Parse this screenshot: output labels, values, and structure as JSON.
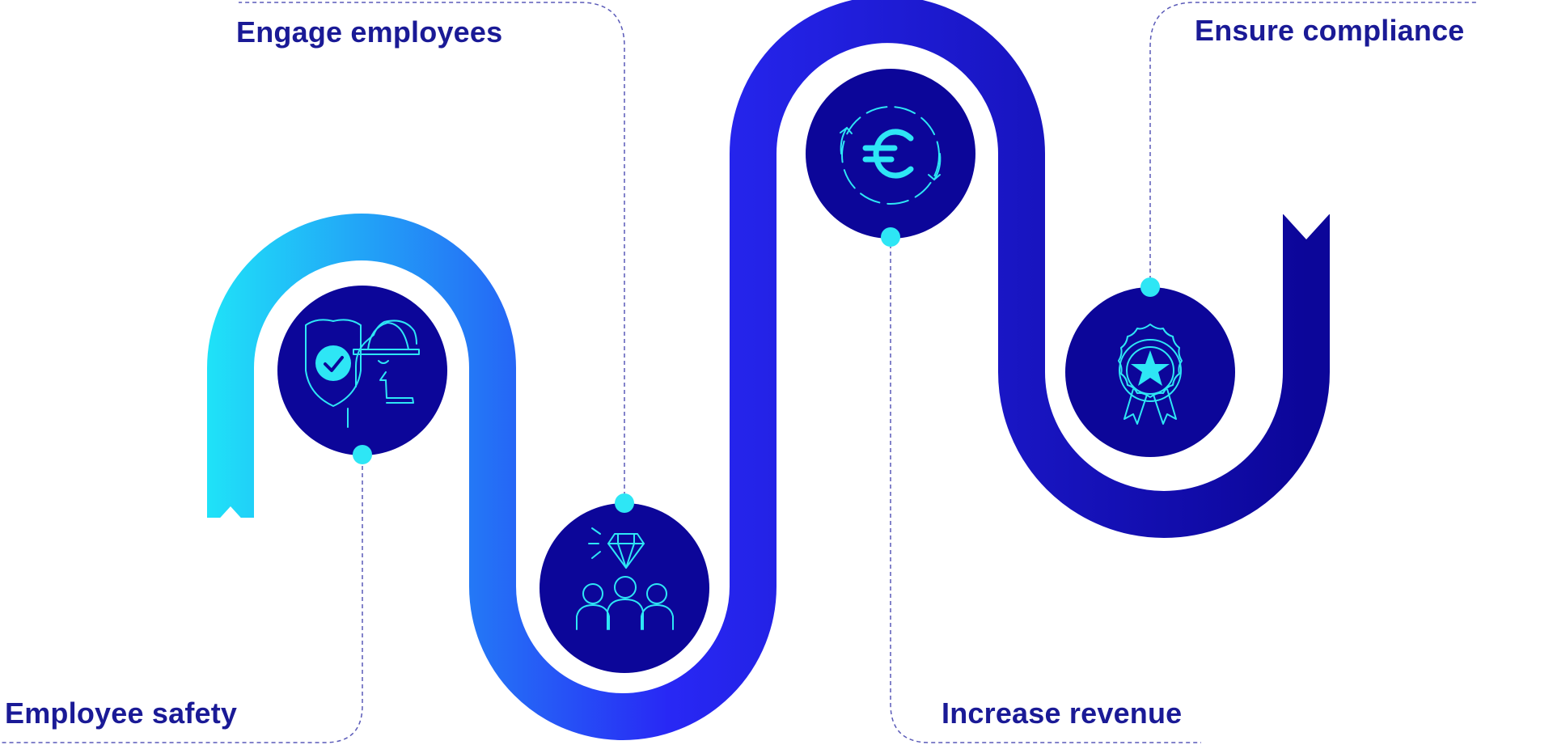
{
  "milestones": [
    {
      "label": "Employee safety",
      "icon": "safety-worker-shield-icon"
    },
    {
      "label": "Engage employees",
      "icon": "team-diamond-icon"
    },
    {
      "label": "Increase revenue",
      "icon": "euro-cycle-icon"
    },
    {
      "label": "Ensure compliance",
      "icon": "award-badge-icon"
    }
  ],
  "colors": {
    "text": "#1a1a96",
    "circle": "#0c0699",
    "icon": "#2ee6f5",
    "dot": "#2ee6f5",
    "connector": "#5a5ab8",
    "road_start": "#1fe3f8",
    "road_mid": "#2828f5",
    "road_end": "#0c0699"
  }
}
